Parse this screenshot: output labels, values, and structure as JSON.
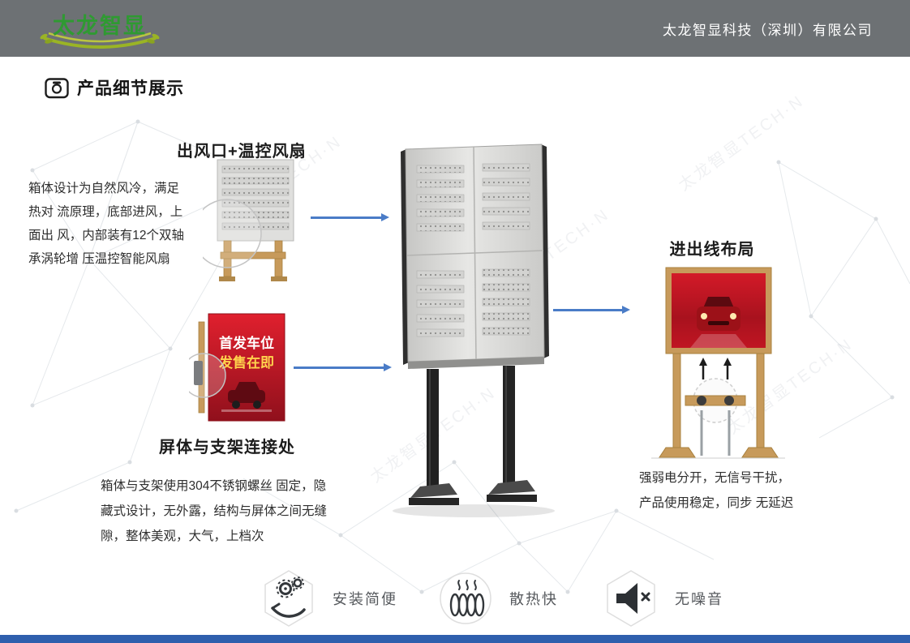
{
  "header": {
    "logo_text": "太龙智显",
    "company_name": "太龙智显科技（深圳）有限公司"
  },
  "page_title": "产品细节展示",
  "watermark": "太龙智显TECH·N",
  "sections": {
    "vent": {
      "title": "出风口+温控风扇",
      "lines": [
        "箱体设计为自然风冷，满足",
        "热对 流原理，底部进风，上",
        "面出 风，内部装有12个双轴",
        "承涡轮增 压温控智能风扇"
      ]
    },
    "bracket": {
      "title": "屏体与支架连接处",
      "lines": [
        "箱体与支架使用304不锈钢螺丝 固定，隐",
        "藏式设计，无外露，结构与屏体之间无缝",
        "隙，整体美观，大气，上档次"
      ]
    },
    "wiring": {
      "title": "进出线布局",
      "lines": [
        "强弱电分开，无信号干扰，",
        "产品使用稳定，同步 无延迟"
      ]
    }
  },
  "poster": {
    "line1": "首发车位",
    "line2": "发售在即"
  },
  "features": [
    {
      "label": "安装简便"
    },
    {
      "label": "散热快"
    },
    {
      "label": "无噪音"
    }
  ],
  "colors": {
    "header_bg": "#6d7174",
    "logo_green": "#2f9a32",
    "arrow_blue": "#4a7cc7",
    "footer_blue": "#2f5fad",
    "poster_red": "#c9141f",
    "frame_gold": "#c79a5b"
  }
}
